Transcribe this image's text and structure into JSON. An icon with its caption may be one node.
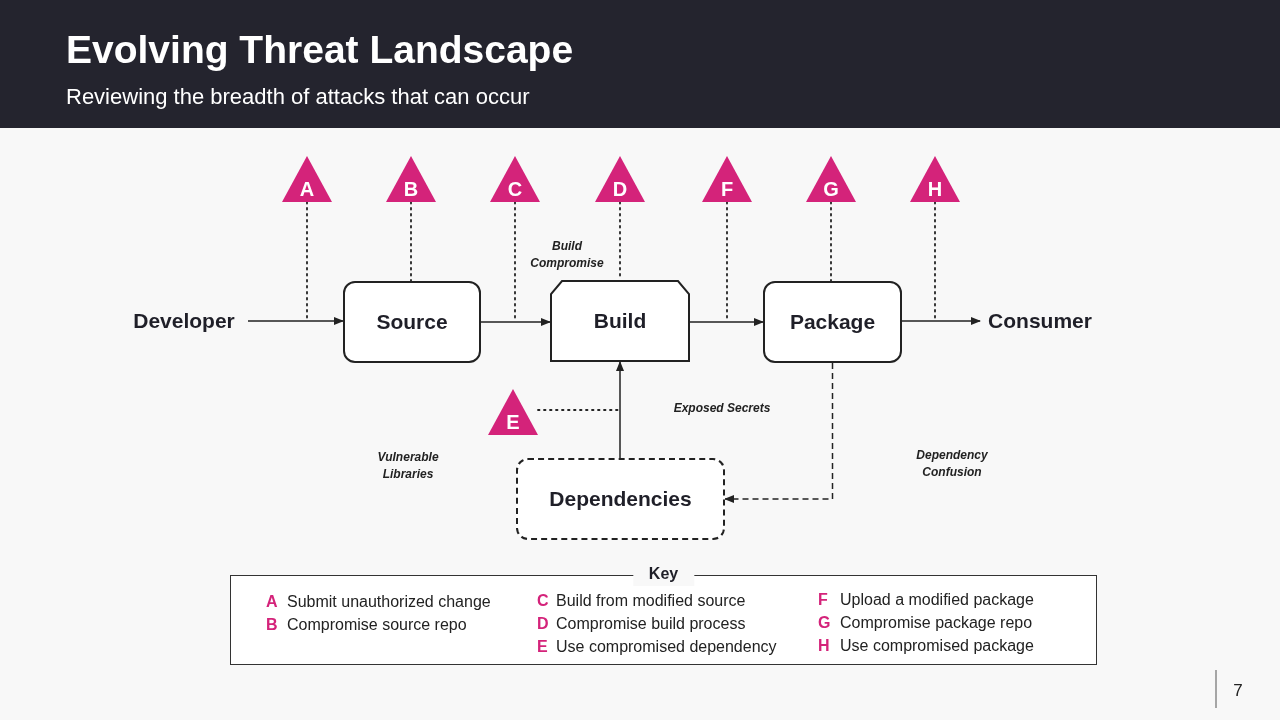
{
  "diagram": {
    "title": "Evolving Threat Landscape",
    "caption": "Reviewing the breadth of attacks that can occur",
    "nodes": [
      {
        "text": [
          "Developer"
        ]
      },
      {
        "text": [
          "Source"
        ]
      },
      {
        "text": [
          "Build"
        ]
      },
      {
        "text": [
          "Package"
        ]
      },
      {
        "text": [
          "Consumer"
        ]
      },
      {
        "text": [
          "Dependencies"
        ]
      },
      {
        "text": [
          "A"
        ]
      },
      {
        "text": [
          "B"
        ]
      },
      {
        "text": [
          "C"
        ]
      },
      {
        "text": [
          "D"
        ]
      },
      {
        "text": [
          "F"
        ]
      },
      {
        "text": [
          "G"
        ]
      },
      {
        "text": [
          "H"
        ]
      },
      {
        "text": [
          "E"
        ]
      },
      {
        "text": [
          "Key"
        ]
      }
    ],
    "edges": [
      {
        "from": 0,
        "to": 1,
        "arrow": "to"
      },
      {
        "from": 1,
        "to": 2,
        "arrow": "to"
      },
      {
        "from": 2,
        "to": 3,
        "arrow": "to"
      },
      {
        "from": 3,
        "to": 4,
        "arrow": "to"
      },
      {
        "from": 5,
        "to": 2,
        "arrow": "to"
      },
      {
        "from": 3,
        "to": 5,
        "arrow": "to",
        "style": "dashed"
      },
      {
        "from": 6,
        "to": null,
        "arrow": "none",
        "style": "dashed"
      },
      {
        "from": 7,
        "to": 1,
        "arrow": "none",
        "style": "dashed"
      },
      {
        "from": 8,
        "to": null,
        "arrow": "none",
        "style": "dashed"
      },
      {
        "from": 9,
        "to": 2,
        "arrow": "none",
        "style": "dashed"
      },
      {
        "from": 10,
        "to": null,
        "arrow": "none",
        "style": "dashed"
      },
      {
        "from": 11,
        "to": 3,
        "arrow": "none",
        "style": "dashed"
      },
      {
        "from": 12,
        "to": null,
        "arrow": "none",
        "style": "dashed"
      },
      {
        "from": 13,
        "to": null,
        "arrow": "none",
        "style": "dashed"
      }
    ],
    "labels": [
      "Build Compromise",
      "Exposed Secrets",
      "Vulnerable Libraries",
      "Dependency Confusion",
      "A",
      "Submit unauthorized change",
      "B",
      "Compromise source repo",
      "C",
      "Build from modified source",
      "D",
      "Compromise build process",
      "E",
      "Use compromised dependency",
      "F",
      "Upload a modified package",
      "G",
      "Compromise package repo",
      "H",
      "Use compromised package",
      "7"
    ]
  }
}
